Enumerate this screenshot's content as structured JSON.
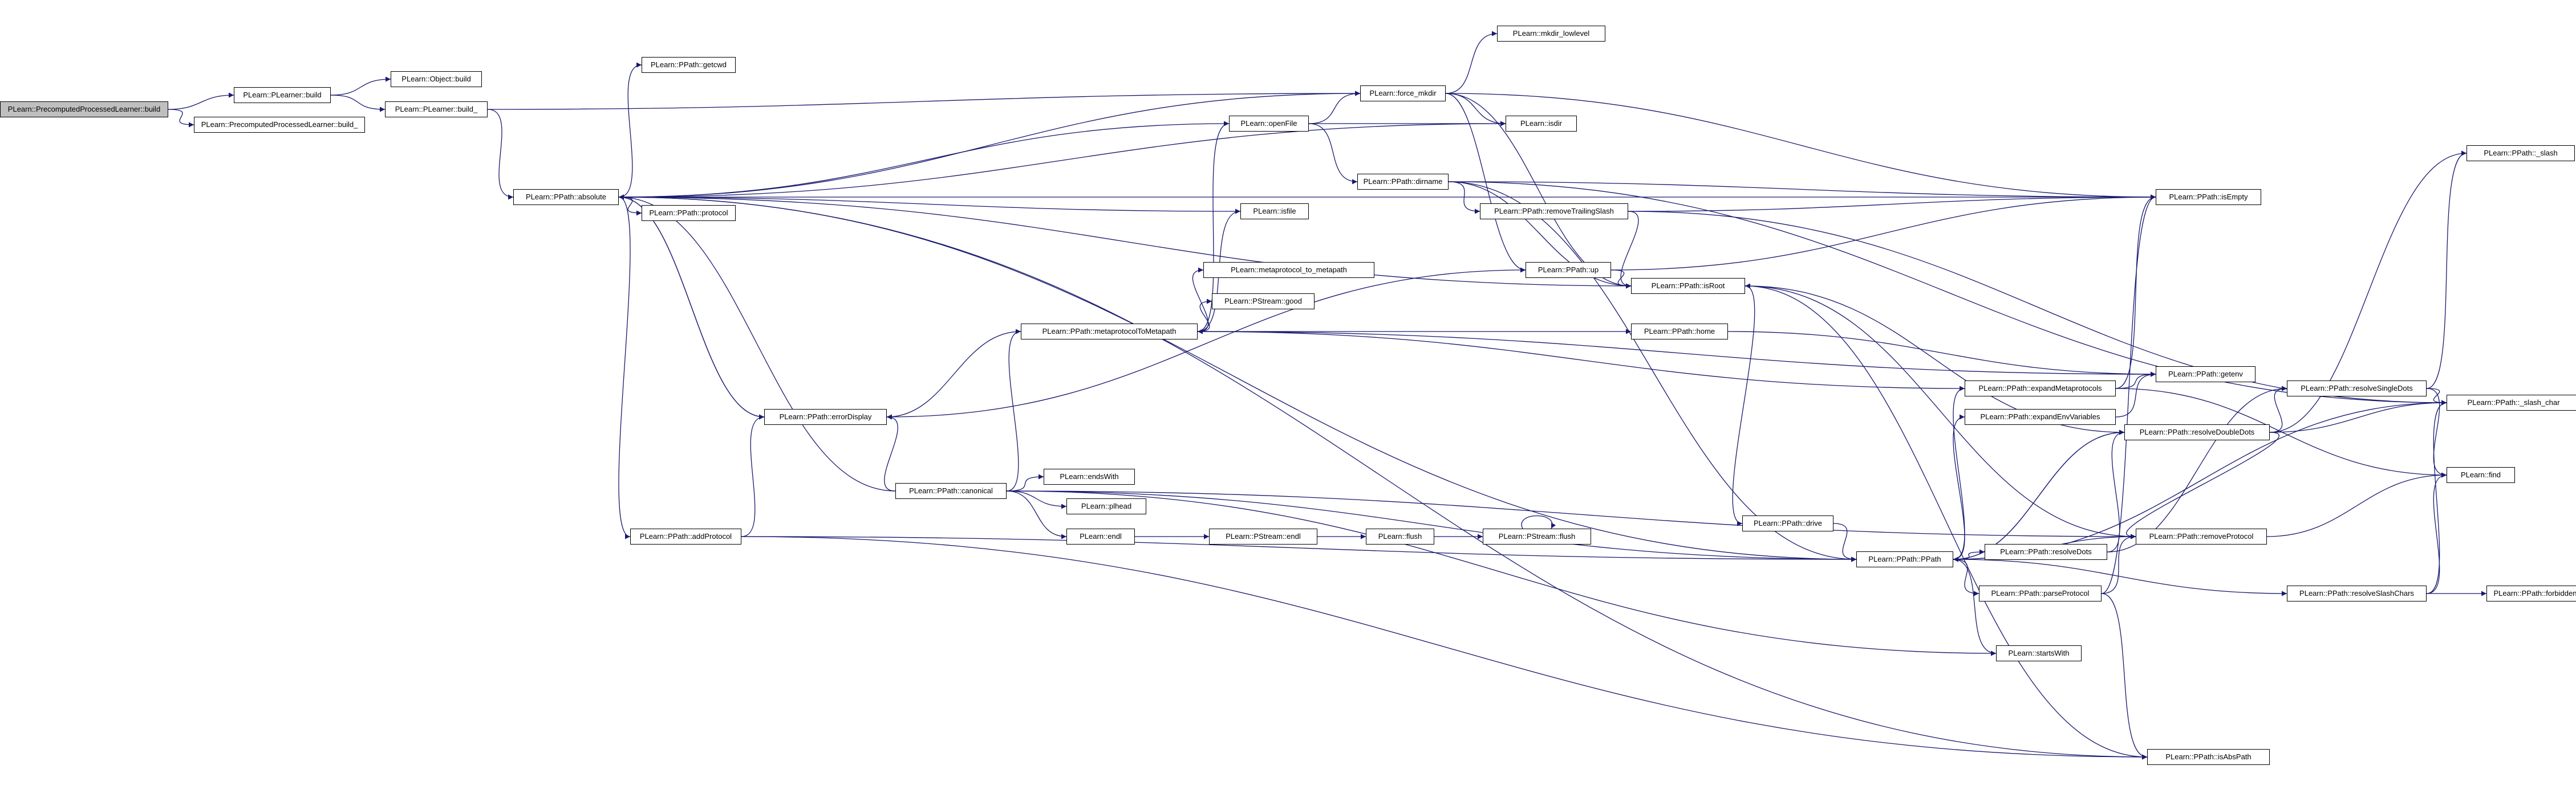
{
  "colors": {
    "edge": "#191970",
    "node_border": "#000000",
    "node_fill": "#ffffff",
    "root_fill": "#bfbfbf"
  },
  "nodes": [
    {
      "id": "root",
      "label": "PLearn::PrecomputedProcessedLearner::build"
    },
    {
      "id": "learner_build",
      "label": "PLearn::PLearner::build"
    },
    {
      "id": "ppl_build_",
      "label": "PLearn::PrecomputedProcessedLearner::build_"
    },
    {
      "id": "object_build",
      "label": "PLearn::Object::build"
    },
    {
      "id": "learner_build_",
      "label": "PLearn::PLearner::build_"
    },
    {
      "id": "absolute",
      "label": "PLearn::PPath::absolute"
    },
    {
      "id": "getcwd",
      "label": "PLearn::PPath::getcwd"
    },
    {
      "id": "protocol",
      "label": "PLearn::PPath::protocol"
    },
    {
      "id": "errorDisplay",
      "label": "PLearn::PPath::errorDisplay"
    },
    {
      "id": "addProtocol",
      "label": "PLearn::PPath::addProtocol"
    },
    {
      "id": "mkdir_lowlevel",
      "label": "PLearn::mkdir_lowlevel"
    },
    {
      "id": "force_mkdir",
      "label": "PLearn::force_mkdir"
    },
    {
      "id": "openFile",
      "label": "PLearn::openFile"
    },
    {
      "id": "isdir",
      "label": "PLearn::isdir"
    },
    {
      "id": "dirname",
      "label": "PLearn::PPath::dirname"
    },
    {
      "id": "removeTrailingSlash",
      "label": "PLearn::PPath::removeTrailingSlash"
    },
    {
      "id": "isfile",
      "label": "PLearn::isfile"
    },
    {
      "id": "metaprotocol_to_metapath",
      "label": "PLearn::metaprotocol_to_metapath"
    },
    {
      "id": "pstream_good",
      "label": "PLearn::PStream::good"
    },
    {
      "id": "up",
      "label": "PLearn::PPath::up"
    },
    {
      "id": "isRoot",
      "label": "PLearn::PPath::isRoot"
    },
    {
      "id": "metaprotocolToMetapath",
      "label": "PLearn::PPath::metaprotocolToMetapath"
    },
    {
      "id": "home",
      "label": "PLearn::PPath::home"
    },
    {
      "id": "canonical",
      "label": "PLearn::PPath::canonical"
    },
    {
      "id": "endsWith",
      "label": "PLearn::endsWith"
    },
    {
      "id": "pathead",
      "label": "PLearn::plhead"
    },
    {
      "id": "endl",
      "label": "PLearn::endl"
    },
    {
      "id": "pstream_endl",
      "label": "PLearn::PStream::endl"
    },
    {
      "id": "flush",
      "label": "PLearn::flush"
    },
    {
      "id": "pstream_flush",
      "label": "PLearn::PStream::flush"
    },
    {
      "id": "drive",
      "label": "PLearn::PPath::drive"
    },
    {
      "id": "ppath_ctor",
      "label": "PLearn::PPath::PPath"
    },
    {
      "id": "expandMetaprotocols",
      "label": "PLearn::PPath::expandMetaprotocols"
    },
    {
      "id": "expandEnvVariables",
      "label": "PLearn::PPath::expandEnvVariables"
    },
    {
      "id": "resolveDots",
      "label": "PLearn::PPath::resolveDots"
    },
    {
      "id": "parseProtocol",
      "label": "PLearn::PPath::parseProtocol"
    },
    {
      "id": "startsWith",
      "label": "PLearn::startsWith"
    },
    {
      "id": "isEmpty",
      "label": "PLearn::PPath::isEmpty"
    },
    {
      "id": "getenv",
      "label": "PLearn::PPath::getenv"
    },
    {
      "id": "resolveDoubleDots",
      "label": "PLearn::PPath::resolveDoubleDots"
    },
    {
      "id": "removeProtocol",
      "label": "PLearn::PPath::removeProtocol"
    },
    {
      "id": "isAbsPath",
      "label": "PLearn::PPath::isAbsPath"
    },
    {
      "id": "resolveSingleDots",
      "label": "PLearn::PPath::resolveSingleDots"
    },
    {
      "id": "resolveSlashChars",
      "label": "PLearn::PPath::resolveSlashChars"
    },
    {
      "id": "slash",
      "label": "PLearn::PPath::_slash"
    },
    {
      "id": "slash_char",
      "label": "PLearn::PPath::_slash_char"
    },
    {
      "id": "find",
      "label": "PLearn::find"
    },
    {
      "id": "forbidden_chars",
      "label": "PLearn::PPath::forbidden_chars"
    }
  ],
  "edges": [
    [
      "root",
      "learner_build"
    ],
    [
      "root",
      "ppl_build_"
    ],
    [
      "learner_build",
      "object_build"
    ],
    [
      "learner_build",
      "learner_build_"
    ],
    [
      "learner_build_",
      "absolute"
    ],
    [
      "learner_build_",
      "force_mkdir"
    ],
    [
      "absolute",
      "getcwd"
    ],
    [
      "absolute",
      "protocol"
    ],
    [
      "absolute",
      "errorDisplay"
    ],
    [
      "absolute",
      "addProtocol"
    ],
    [
      "absolute",
      "isEmpty"
    ],
    [
      "absolute",
      "isRoot"
    ],
    [
      "absolute",
      "ppath_ctor"
    ],
    [
      "absolute",
      "isAbsPath"
    ],
    [
      "errorDisplay",
      "absolute"
    ],
    [
      "addProtocol",
      "errorDisplay"
    ],
    [
      "addProtocol",
      "ppath_ctor"
    ],
    [
      "addProtocol",
      "isAbsPath"
    ],
    [
      "force_mkdir",
      "absolute"
    ],
    [
      "force_mkdir",
      "mkdir_lowlevel"
    ],
    [
      "force_mkdir",
      "isdir"
    ],
    [
      "force_mkdir",
      "up"
    ],
    [
      "force_mkdir",
      "isRoot"
    ],
    [
      "force_mkdir",
      "isEmpty"
    ],
    [
      "openFile",
      "absolute"
    ],
    [
      "openFile",
      "force_mkdir"
    ],
    [
      "openFile",
      "isdir"
    ],
    [
      "openFile",
      "dirname"
    ],
    [
      "isdir",
      "absolute"
    ],
    [
      "isfile",
      "absolute"
    ],
    [
      "dirname",
      "removeTrailingSlash"
    ],
    [
      "dirname",
      "isEmpty"
    ],
    [
      "dirname",
      "isRoot"
    ],
    [
      "dirname",
      "ppath_ctor"
    ],
    [
      "dirname",
      "slash_char"
    ],
    [
      "removeTrailingSlash",
      "isRoot"
    ],
    [
      "removeTrailingSlash",
      "isEmpty"
    ],
    [
      "removeTrailingSlash",
      "slash_char"
    ],
    [
      "up",
      "errorDisplay"
    ],
    [
      "up",
      "isRoot"
    ],
    [
      "up",
      "isEmpty"
    ],
    [
      "isRoot",
      "drive"
    ],
    [
      "isRoot",
      "removeProtocol"
    ],
    [
      "isRoot",
      "isAbsPath"
    ],
    [
      "metaprotocolToMetapath",
      "openFile"
    ],
    [
      "metaprotocolToMetapath",
      "isfile"
    ],
    [
      "metaprotocolToMetapath",
      "metaprotocol_to_metapath"
    ],
    [
      "metaprotocolToMetapath",
      "pstream_good"
    ],
    [
      "metaprotocolToMetapath",
      "home"
    ],
    [
      "metaprotocolToMetapath",
      "getenv"
    ],
    [
      "metaprotocolToMetapath",
      "errorDisplay"
    ],
    [
      "home",
      "getenv"
    ],
    [
      "canonical",
      "absolute"
    ],
    [
      "canonical",
      "errorDisplay"
    ],
    [
      "canonical",
      "metaprotocolToMetapath"
    ],
    [
      "canonical",
      "endsWith"
    ],
    [
      "canonical",
      "pathead"
    ],
    [
      "canonical",
      "endl"
    ],
    [
      "canonical",
      "ppath_ctor"
    ],
    [
      "canonical",
      "startsWith"
    ],
    [
      "canonical",
      "removeProtocol"
    ],
    [
      "endl",
      "pstream_endl"
    ],
    [
      "pstream_endl",
      "flush"
    ],
    [
      "flush",
      "pstream_flush"
    ],
    [
      "pstream_flush",
      "pstream_flush"
    ],
    [
      "drive",
      "ppath_ctor"
    ],
    [
      "ppath_ctor",
      "expandMetaprotocols"
    ],
    [
      "ppath_ctor",
      "expandEnvVariables"
    ],
    [
      "ppath_ctor",
      "resolveDots"
    ],
    [
      "ppath_ctor",
      "parseProtocol"
    ],
    [
      "ppath_ctor",
      "startsWith"
    ],
    [
      "ppath_ctor",
      "resolveSlashChars"
    ],
    [
      "ppath_ctor",
      "resolveDoubleDots"
    ],
    [
      "expandMetaprotocols",
      "metaprotocolToMetapath"
    ],
    [
      "expandMetaprotocols",
      "getenv"
    ],
    [
      "expandMetaprotocols",
      "isEmpty"
    ],
    [
      "expandMetaprotocols",
      "find"
    ],
    [
      "expandEnvVariables",
      "getenv"
    ],
    [
      "resolveDots",
      "resolveSingleDots"
    ],
    [
      "resolveDots",
      "resolveDoubleDots"
    ],
    [
      "parseProtocol",
      "isEmpty"
    ],
    [
      "parseProtocol",
      "removeProtocol"
    ],
    [
      "parseProtocol",
      "isAbsPath"
    ],
    [
      "resolveDoubleDots",
      "slash"
    ],
    [
      "resolveDoubleDots",
      "slash_char"
    ],
    [
      "resolveDoubleDots",
      "isRoot"
    ],
    [
      "resolveDoubleDots",
      "removeProtocol"
    ],
    [
      "resolveDoubleDots",
      "resolveSingleDots"
    ],
    [
      "resolveDoubleDots",
      "ppath_ctor"
    ],
    [
      "removeProtocol",
      "ppath_ctor"
    ],
    [
      "removeProtocol",
      "find"
    ],
    [
      "resolveSingleDots",
      "slash"
    ],
    [
      "resolveSingleDots",
      "slash_char"
    ],
    [
      "resolveSingleDots",
      "find"
    ],
    [
      "resolveSlashChars",
      "forbidden_chars"
    ],
    [
      "resolveSlashChars",
      "slash_char"
    ],
    [
      "resolveSlashChars",
      "find"
    ],
    [
      "slash_char",
      "ppath_ctor"
    ]
  ]
}
